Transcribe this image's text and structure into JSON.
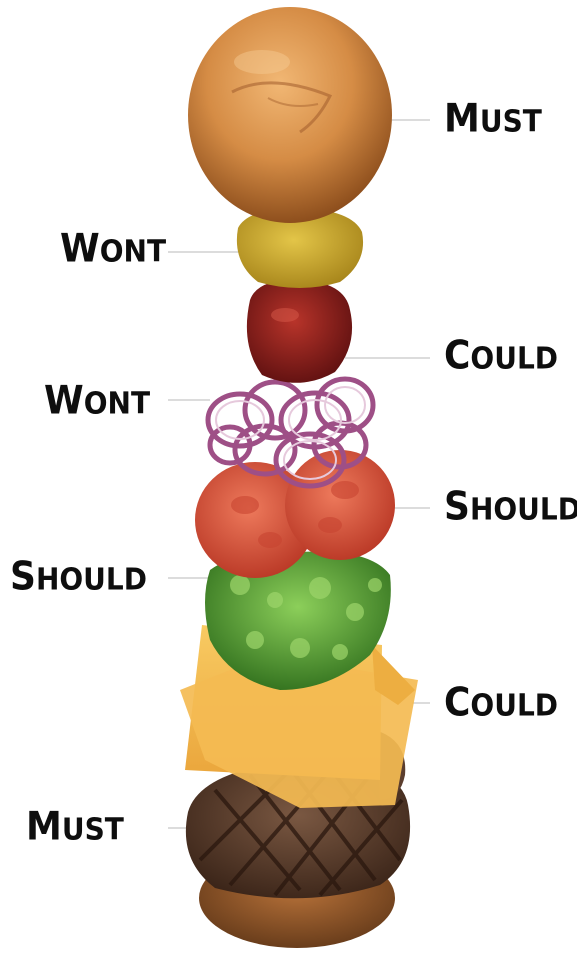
{
  "labels": [
    {
      "id": "bun-top",
      "first": "M",
      "rest": "UST",
      "side": "right"
    },
    {
      "id": "mustard",
      "first": "W",
      "rest": "ONT",
      "side": "left"
    },
    {
      "id": "ketchup",
      "first": "C",
      "rest": "OULD",
      "side": "right"
    },
    {
      "id": "onions",
      "first": "W",
      "rest": "ONT",
      "side": "left"
    },
    {
      "id": "tomato",
      "first": "S",
      "rest": "HOULD",
      "side": "right"
    },
    {
      "id": "lettuce",
      "first": "S",
      "rest": "HOULD",
      "side": "left"
    },
    {
      "id": "cheese",
      "first": "C",
      "rest": "OULD",
      "side": "right"
    },
    {
      "id": "patty",
      "first": "M",
      "rest": "UST",
      "side": "left"
    }
  ],
  "colors": {
    "bun": "#d08a46",
    "bun_dark": "#9c5a22",
    "mustard": "#c9a72a",
    "ketchup": "#8e1f1c",
    "onion": "#a45a8e",
    "tomato": "#d8523f",
    "lettuce": "#4f9a32",
    "cheese": "#f2b64a",
    "patty": "#5a3a2a",
    "leader": "#bdbdbd",
    "text": "#0e0e0e"
  }
}
